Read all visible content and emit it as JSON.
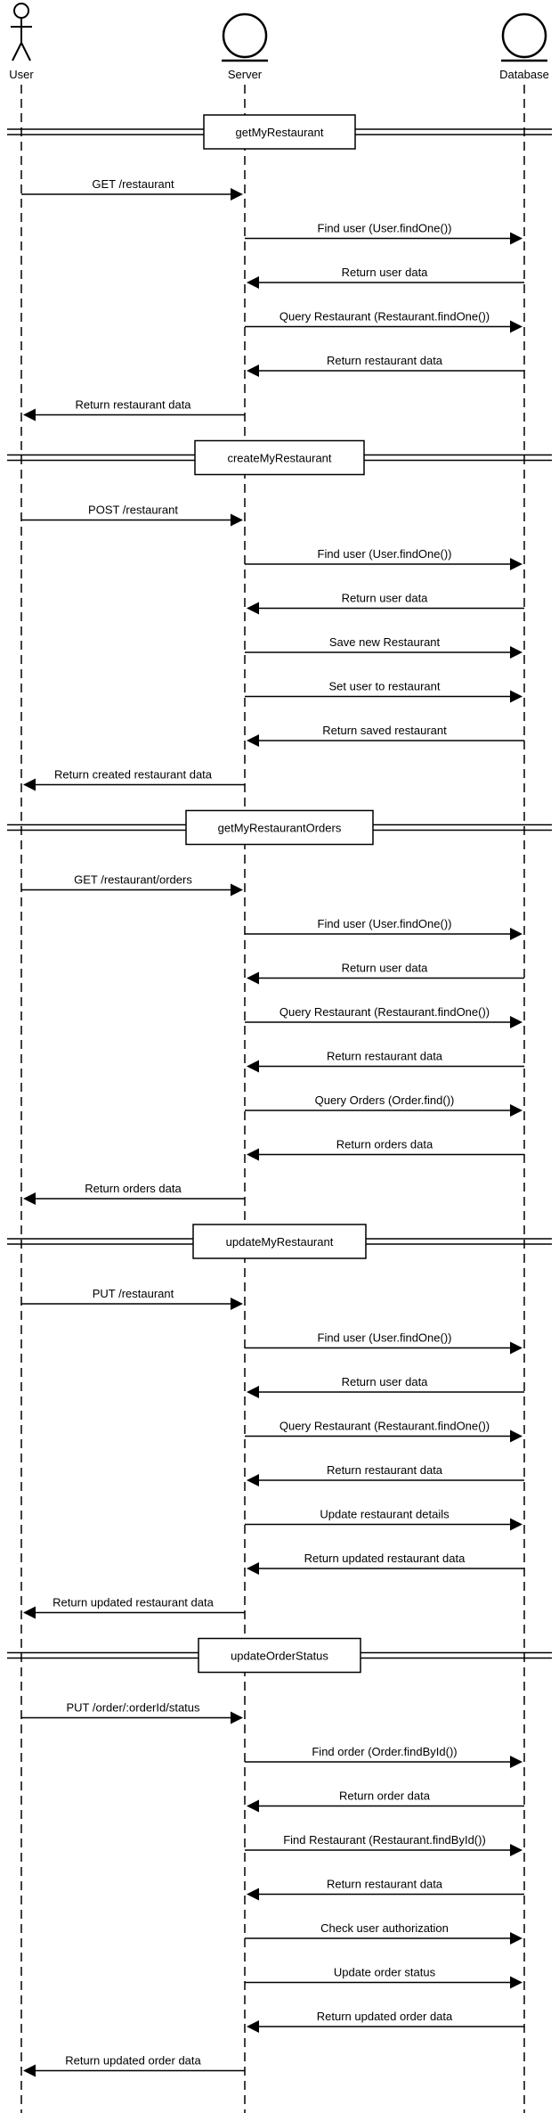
{
  "participants": [
    {
      "id": "user",
      "label": "User",
      "kind": "actor"
    },
    {
      "id": "server",
      "label": "Server",
      "kind": "boundary"
    },
    {
      "id": "db",
      "label": "Database",
      "kind": "entity"
    }
  ],
  "sections": [
    {
      "title": "getMyRestaurant",
      "messages": [
        {
          "from": "user",
          "to": "server",
          "label": "GET /restaurant"
        },
        {
          "from": "server",
          "to": "db",
          "label": "Find user (User.findOne())"
        },
        {
          "from": "db",
          "to": "server",
          "label": "Return user data"
        },
        {
          "from": "server",
          "to": "db",
          "label": "Query Restaurant (Restaurant.findOne())"
        },
        {
          "from": "db",
          "to": "server",
          "label": "Return restaurant data"
        },
        {
          "from": "server",
          "to": "user",
          "label": "Return restaurant data"
        }
      ]
    },
    {
      "title": "createMyRestaurant",
      "messages": [
        {
          "from": "user",
          "to": "server",
          "label": "POST /restaurant"
        },
        {
          "from": "server",
          "to": "db",
          "label": "Find user (User.findOne())"
        },
        {
          "from": "db",
          "to": "server",
          "label": "Return user data"
        },
        {
          "from": "server",
          "to": "db",
          "label": "Save new Restaurant"
        },
        {
          "from": "server",
          "to": "db",
          "label": "Set user to restaurant"
        },
        {
          "from": "db",
          "to": "server",
          "label": "Return saved restaurant"
        },
        {
          "from": "server",
          "to": "user",
          "label": "Return created restaurant data"
        }
      ]
    },
    {
      "title": "getMyRestaurantOrders",
      "messages": [
        {
          "from": "user",
          "to": "server",
          "label": "GET /restaurant/orders"
        },
        {
          "from": "server",
          "to": "db",
          "label": "Find user (User.findOne())"
        },
        {
          "from": "db",
          "to": "server",
          "label": "Return user data"
        },
        {
          "from": "server",
          "to": "db",
          "label": "Query Restaurant (Restaurant.findOne())"
        },
        {
          "from": "db",
          "to": "server",
          "label": "Return restaurant data"
        },
        {
          "from": "server",
          "to": "db",
          "label": "Query Orders (Order.find())"
        },
        {
          "from": "db",
          "to": "server",
          "label": "Return orders data"
        },
        {
          "from": "server",
          "to": "user",
          "label": "Return orders data"
        }
      ]
    },
    {
      "title": "updateMyRestaurant",
      "messages": [
        {
          "from": "user",
          "to": "server",
          "label": "PUT /restaurant"
        },
        {
          "from": "server",
          "to": "db",
          "label": "Find user (User.findOne())"
        },
        {
          "from": "db",
          "to": "server",
          "label": "Return user data"
        },
        {
          "from": "server",
          "to": "db",
          "label": "Query Restaurant (Restaurant.findOne())"
        },
        {
          "from": "db",
          "to": "server",
          "label": "Return restaurant data"
        },
        {
          "from": "server",
          "to": "db",
          "label": "Update restaurant details"
        },
        {
          "from": "db",
          "to": "server",
          "label": "Return updated restaurant data"
        },
        {
          "from": "server",
          "to": "user",
          "label": "Return updated restaurant data"
        }
      ]
    },
    {
      "title": "updateOrderStatus",
      "messages": [
        {
          "from": "user",
          "to": "server",
          "label": "PUT /order/:orderId/status"
        },
        {
          "from": "server",
          "to": "db",
          "label": "Find order (Order.findById())"
        },
        {
          "from": "db",
          "to": "server",
          "label": "Return order data"
        },
        {
          "from": "server",
          "to": "db",
          "label": "Find Restaurant (Restaurant.findById())"
        },
        {
          "from": "db",
          "to": "server",
          "label": "Return restaurant data"
        },
        {
          "from": "server",
          "to": "db",
          "label": "Check user authorization"
        },
        {
          "from": "server",
          "to": "db",
          "label": "Update order status"
        },
        {
          "from": "db",
          "to": "server",
          "label": "Return updated order data"
        },
        {
          "from": "server",
          "to": "user",
          "label": "Return updated order data"
        }
      ]
    }
  ]
}
